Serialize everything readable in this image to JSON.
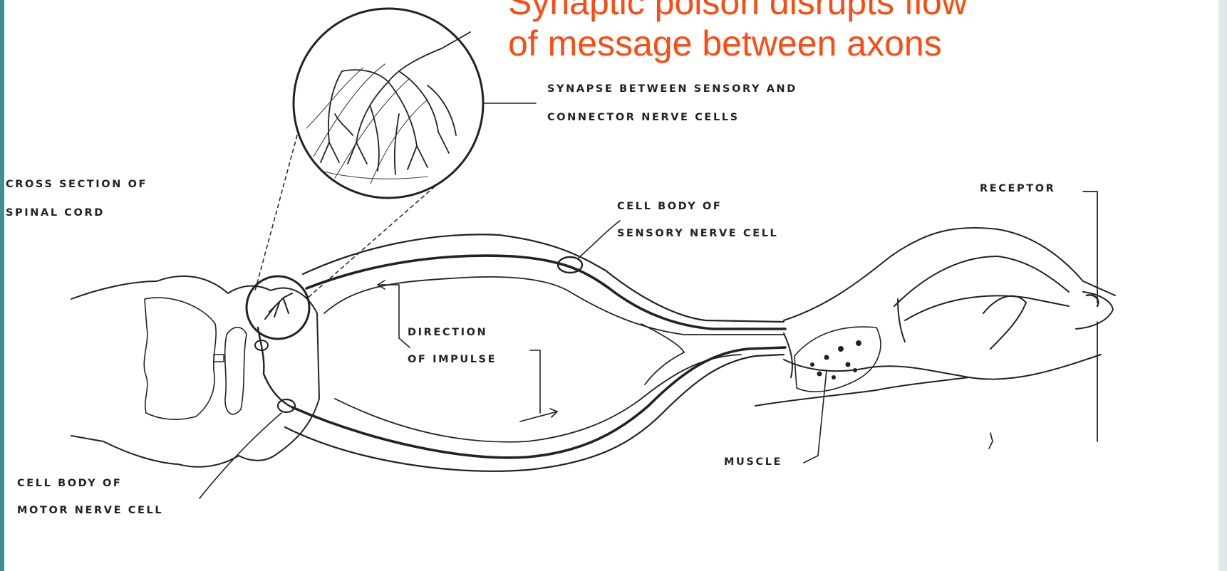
{
  "title": {
    "line1": "Synaptic poison disrupts flow",
    "line2": "of message between axons"
  },
  "labels": {
    "synapse_line1": "SYNAPSE BETWEEN SENSORY AND",
    "synapse_line2": "CONNECTOR NERVE CELLS",
    "cross_section_line1": "CROSS SECTION OF",
    "cross_section_line2": "SPINAL CORD",
    "sensory_body_line1": "CELL BODY OF",
    "sensory_body_line2": "SENSORY NERVE CELL",
    "receptor": "RECEPTOR",
    "direction_line1": "DIRECTION",
    "direction_line2": "OF IMPULSE",
    "muscle": "MUSCLE",
    "motor_body_line1": "CELL BODY OF",
    "motor_body_line2": "MOTOR NERVE CELL"
  },
  "colors": {
    "title": "#ff4a0f",
    "frame_left": "#3f8e96",
    "line": "#222222"
  }
}
